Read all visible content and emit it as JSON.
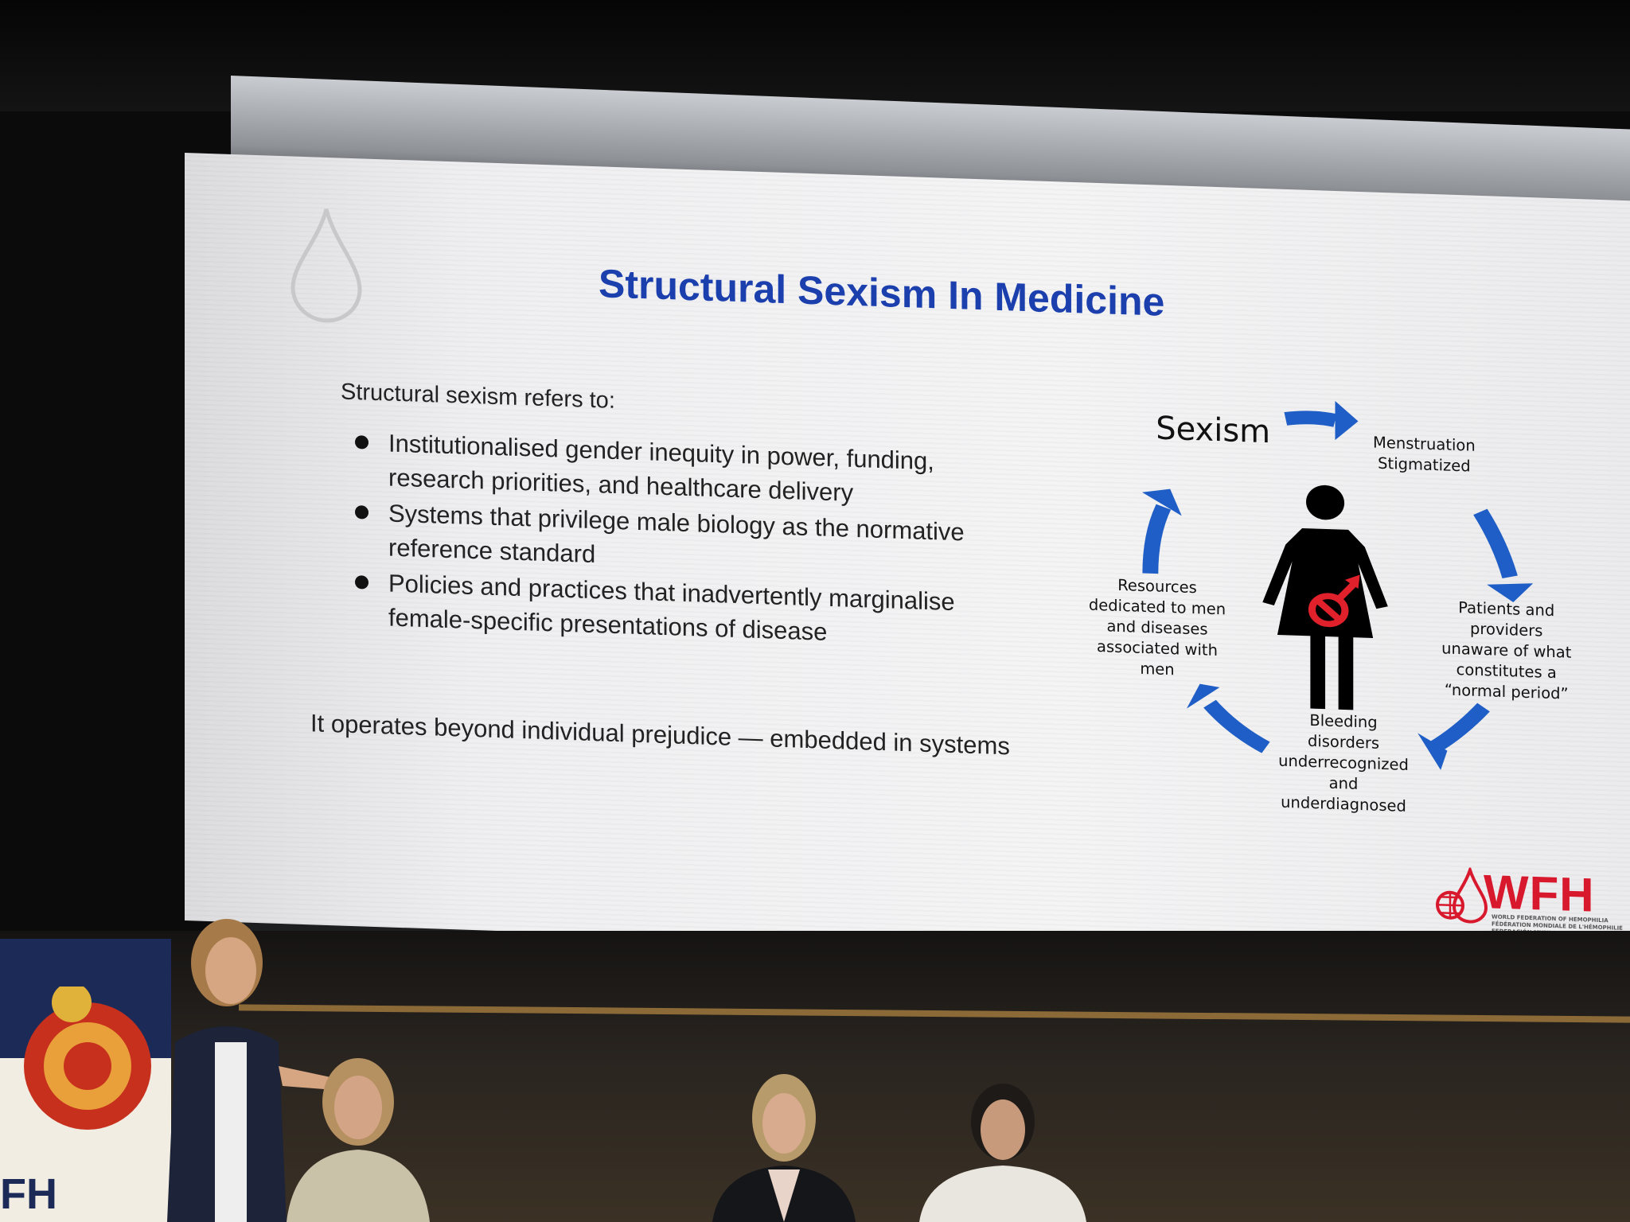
{
  "slide": {
    "title": "Structural Sexism In Medicine",
    "intro": "Structural sexism refers to:",
    "bullets": [
      "Institutionalised gender inequity in power, funding, research priorities, and healthcare delivery",
      "Systems that privilege male biology as the normative reference standard",
      "Policies and practices that inadvertently marginalise female-specific presentations of disease"
    ],
    "closing": "It operates beyond individual prejudice — embedded in systems",
    "diagram": {
      "center_label": "Sexism",
      "nodes": [
        {
          "lines": [
            "Menstruation",
            "Stigmatized"
          ]
        },
        {
          "lines": [
            "Patients and",
            "providers",
            "unaware of what",
            "constitutes a",
            "“normal period”"
          ]
        },
        {
          "lines": [
            "Bleeding",
            "disorders",
            "underrecognized",
            "and",
            "underdiagnosed"
          ]
        },
        {
          "lines": [
            "Resources",
            "dedicated to men",
            "and diseases",
            "associated with",
            "men"
          ]
        }
      ],
      "arrow_color": "#1f5ec6",
      "symbol_color": "#e0202a"
    },
    "logo": {
      "letters": "WFH",
      "subtitle": [
        "WORLD FEDERATION OF HEMOPHILIA",
        "FÉDÉRATION MONDIALE DE L'HÉMOPHILIE",
        "FEDERACIÓN MUNDIAL DE HEMOFILIA"
      ],
      "color": "#d8182c"
    },
    "title_color": "#1c3fae"
  },
  "podium": {
    "text": "FH"
  }
}
